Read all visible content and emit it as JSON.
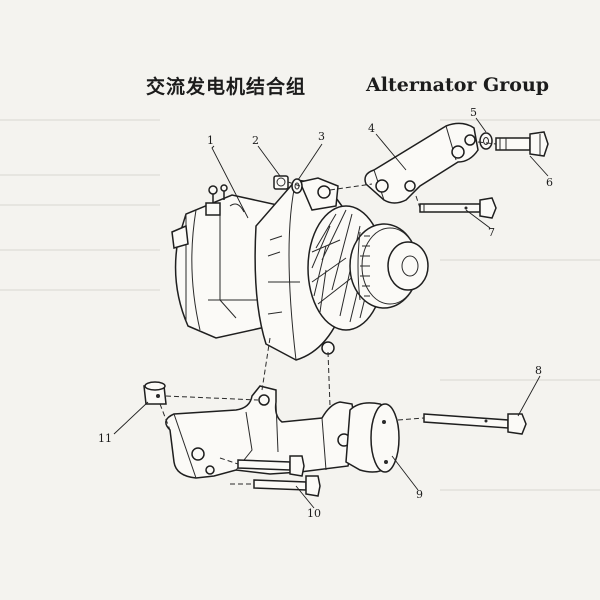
{
  "title": {
    "zh": "交流发电机结合组",
    "en": "Alternator Group"
  },
  "callouts": {
    "1": "1",
    "2": "2",
    "3": "3",
    "4": "4",
    "5": "5",
    "6": "6",
    "7": "7",
    "8": "8",
    "9": "9",
    "10": "10",
    "11": "11"
  },
  "colors": {
    "paper": "#f4f3ef",
    "ink": "#1f1f1f"
  }
}
